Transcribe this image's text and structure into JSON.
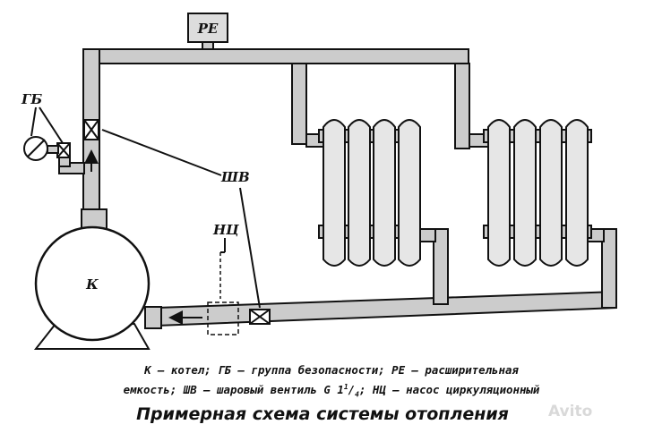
{
  "labels": {
    "expansion_tank": "РЕ",
    "safety_group": "ГБ",
    "ball_valve": "ШВ",
    "pump": "НЦ",
    "boiler": "К"
  },
  "legend": {
    "line1": "К – котел; ГБ – группа безопасности; РЕ – расширительная",
    "line2_before": "емкость; ШВ – шаровый вентиль G 1",
    "line2_sup": "1",
    "line2_slash": "/",
    "line2_sub": "4",
    "line2_after": "; НЦ – насос циркуляционный"
  },
  "caption": "Примерная схема системы отопления",
  "watermark": "Avito"
}
